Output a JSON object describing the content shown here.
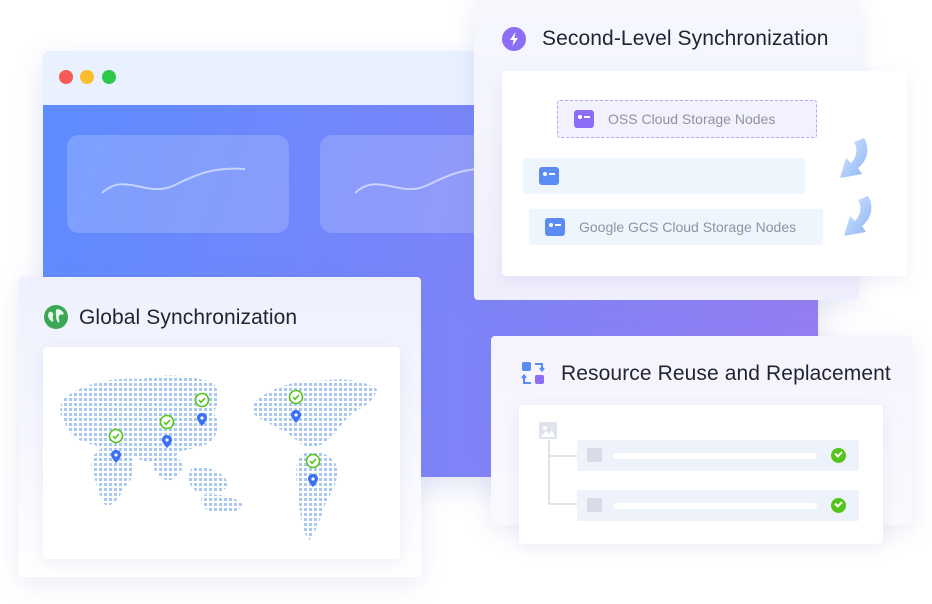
{
  "browser": {
    "window_controls": [
      "close-dot",
      "minimize-dot",
      "maximize-dot"
    ],
    "colors": {
      "close": "#f65a57",
      "minimize": "#f9bd2e",
      "maximize": "#2dc74a"
    }
  },
  "second_level": {
    "title": "Second-Level Synchronization",
    "icon": "lightning-icon",
    "nodes": [
      {
        "label": "OSS Cloud Storage Nodes",
        "icon": "server-icon"
      },
      {
        "label": "",
        "icon": "server-icon"
      },
      {
        "label": "Google GCS Cloud Storage Nodes",
        "icon": "server-icon"
      }
    ]
  },
  "global_sync": {
    "title": "Global Synchronization",
    "icon": "globe-icon",
    "map": "world-dot-map"
  },
  "resource": {
    "title": "Resource Reuse and Replacement",
    "icon": "replace-icon"
  },
  "colors": {
    "accent_purple": "#8b6ef5",
    "accent_blue": "#5b8cf5",
    "check_green": "#52c41a",
    "pin_blue": "#3b6ff5"
  }
}
